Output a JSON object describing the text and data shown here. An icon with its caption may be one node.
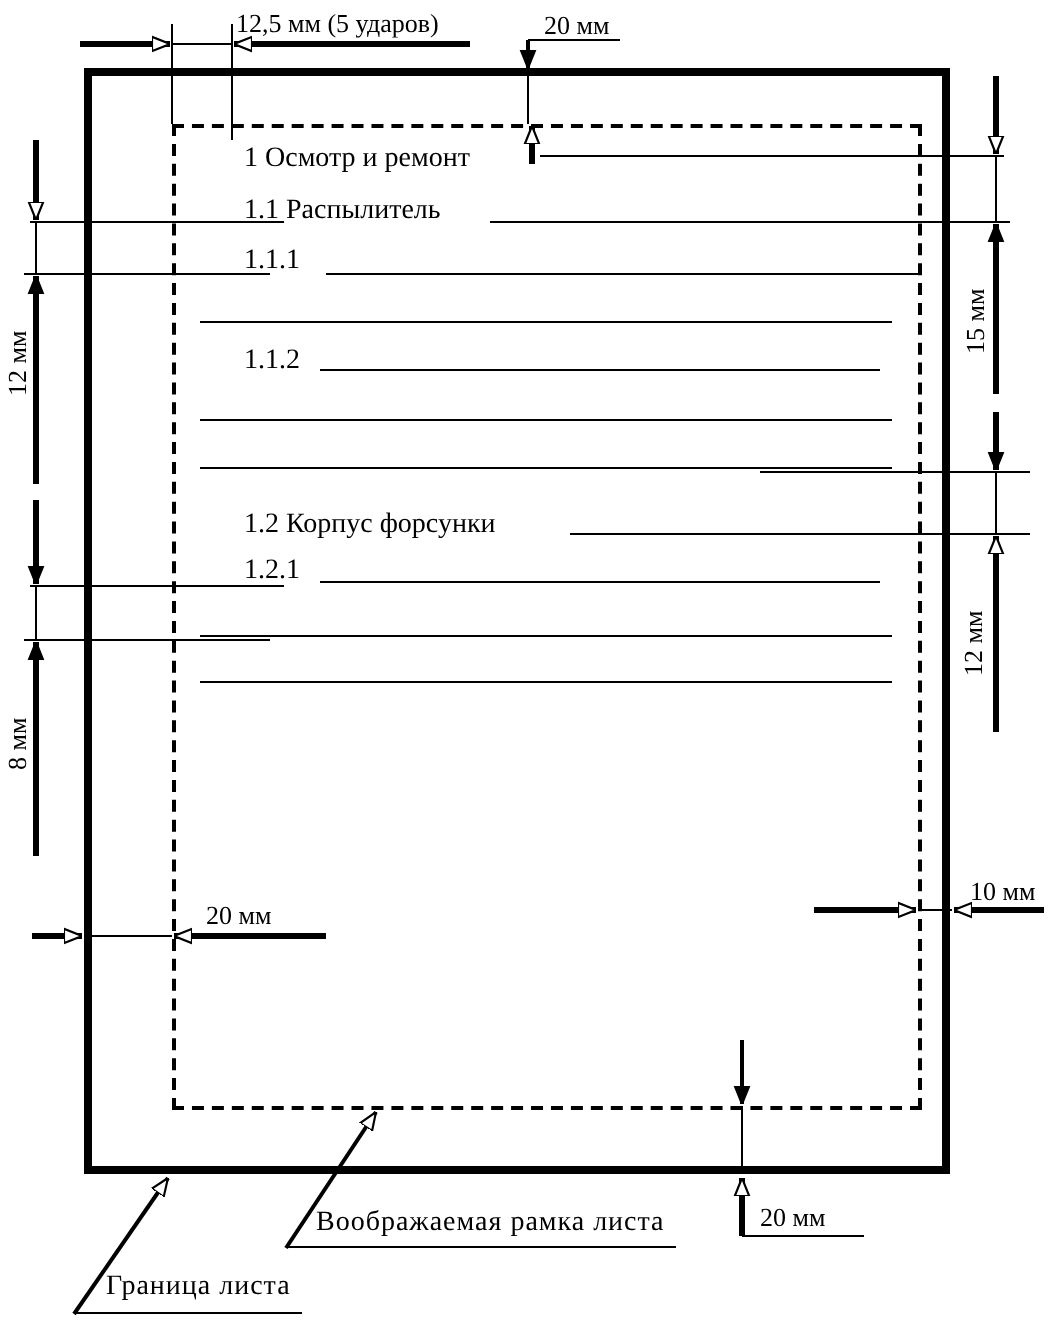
{
  "diagram": {
    "nodes": [
      {
        "text": [
          "Воображаемая рамка листа"
        ]
      },
      {
        "text": [
          "Граница листа"
        ]
      }
    ],
    "edges": [
      {
        "from": 0,
        "to": null,
        "arrow": "to"
      },
      {
        "from": 1,
        "to": null,
        "arrow": "to"
      }
    ],
    "labels": [
      "12,5 мм (5 ударов)",
      "20 мм",
      "1 Осмотр и ремонт",
      "1.1 Распылитель",
      "1.1.1",
      "12 мм",
      "15 мм",
      "1.1.2",
      "1.2 Корпус форсунки",
      "1.2.1",
      "12 мм",
      "8 мм",
      "20 мм",
      "10 мм",
      "20 мм"
    ]
  }
}
